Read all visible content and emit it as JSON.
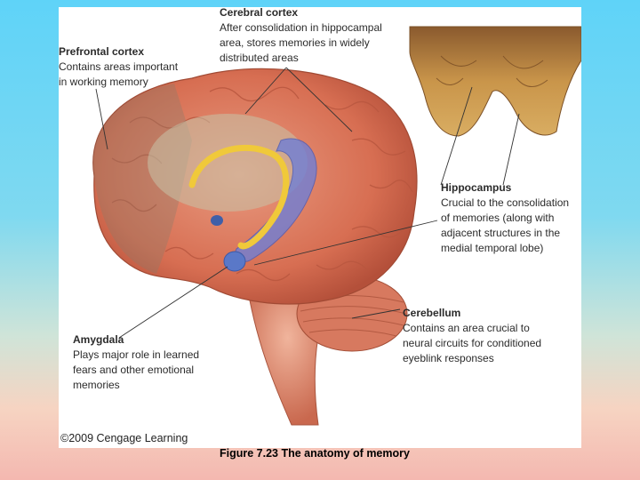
{
  "labels": {
    "cerebral_cortex": {
      "title": "Cerebral cortex",
      "description": "After consolidation in hippocampal\narea, stores memories in widely\ndistributed areas"
    },
    "prefrontal_cortex": {
      "title": "Prefrontal cortex",
      "description": "Contains areas important\nin working memory"
    },
    "hippocampus": {
      "title": "Hippocampus",
      "description": "Crucial to the consolidation\nof memories (along with\nadjacent structures in the\nmedial temporal lobe)"
    },
    "cerebellum": {
      "title": "Cerebellum",
      "description": "Contains an area crucial to\nneural circuits for conditioned\neyeblink responses"
    },
    "amygdala": {
      "title": "Amygdala",
      "description": "Plays major role in learned\nfears and other emotional\nmemories"
    }
  },
  "credit": "©2009 Cengage Learning",
  "caption": "Figure 7.23  The anatomy of memory",
  "colors": {
    "background_top": "#5fd3f8",
    "background_bottom": "#f4b8b0",
    "brain": "#d9735a",
    "hippocampus_blue": "#6f7fd6",
    "fornix_yellow": "#f0c93a"
  }
}
